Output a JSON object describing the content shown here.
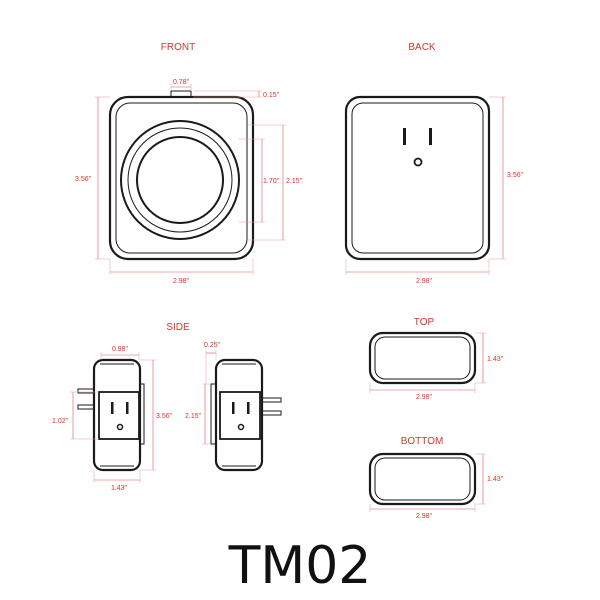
{
  "views": {
    "front": "FRONT",
    "back": "BACK",
    "side": "SIDE",
    "top": "TOP",
    "bottom": "BOTTOM"
  },
  "dimensions": {
    "front_button_width": "0.78\"",
    "front_button_height": "0.15\"",
    "front_height": "3.56\"",
    "front_dial": "1.70\"",
    "front_face": "2.15\"",
    "front_width": "2.98\"",
    "back_height": "3.56\"",
    "back_width": "2.98\"",
    "side_left_top": "0.98\"",
    "side_left_outlet": "1.02\"",
    "side_left_height": "3.56\"",
    "side_left_depth": "1.43\"",
    "side_right_top": "0.25\"",
    "side_right_face": "2.15\"",
    "top_depth": "1.43\"",
    "top_width": "2.98\"",
    "bottom_depth": "1.43\"",
    "bottom_width": "2.98\""
  },
  "model": "TM02",
  "colors": {
    "dimension": "#d9342b",
    "outline": "#1a1a1a"
  }
}
